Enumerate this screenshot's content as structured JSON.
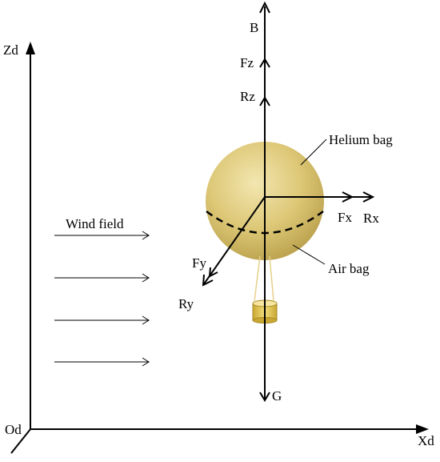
{
  "labels": {
    "zd": "Zd",
    "xd": "Xd",
    "od": "Od",
    "b": "B",
    "fz": "Fz",
    "rz": "Rz",
    "helium_bag": "Helium bag",
    "fx": "Fx",
    "rx": "Rx",
    "wind_field": "Wind field",
    "fy": "Fy",
    "ry": "Ry",
    "air_bag": "Air bag",
    "g": "G"
  },
  "colors": {
    "ink": "#000000",
    "balloon_light": "#f3e6b0",
    "balloon_mid": "#ddc877",
    "balloon_dark": "#b89e4a",
    "basket": "#e0c24a"
  },
  "wind_arrow_count": 4
}
